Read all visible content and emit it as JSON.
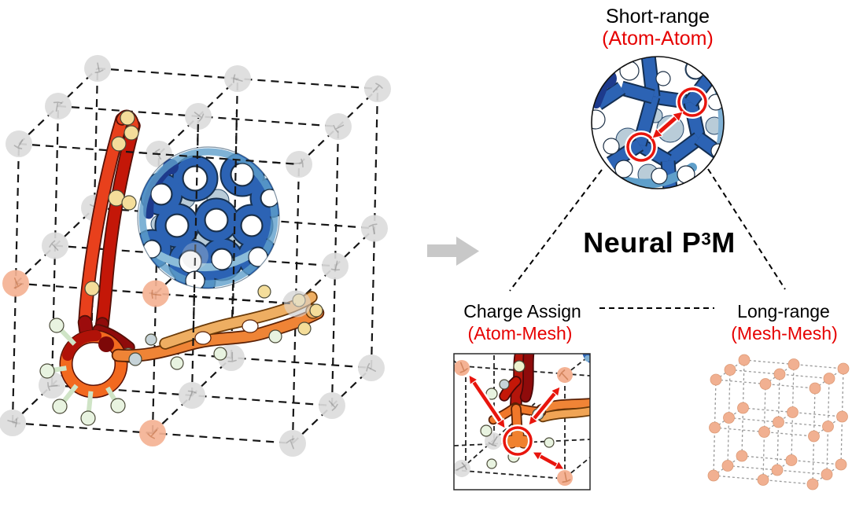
{
  "labels": {
    "short_range": {
      "title": "Short-range",
      "subtitle": "(Atom-Atom)"
    },
    "charge_assign": {
      "title": "Charge Assign",
      "subtitle": "(Atom-Mesh)"
    },
    "long_range": {
      "title": "Long-range",
      "subtitle": "(Mesh-Mesh)"
    },
    "center": {
      "prefix": "Neural P",
      "sup": "3",
      "suffix": "M"
    }
  },
  "colors": {
    "title_text": "#000000",
    "subtitle_text": "#e60000",
    "highlight_red": "#e8150d",
    "grid_line": "#161616",
    "mini_grid_line": "#9a9a9a",
    "mesh_gray": "#dcdcdc",
    "mesh_orange": "#f4b294",
    "mesh_orange_small": "#f1b091",
    "arrow_gray": "#c8c8c8",
    "fullerene_blue": "#2c63b4",
    "fullerene_navy": "#1d3a8c",
    "fullerene_pale": "#b9ccd8",
    "fullerene_light": "#5f9fca",
    "molecule_red": "#e8401c",
    "molecule_crimson": "#c41708",
    "molecule_dark_red": "#9c0c0c",
    "molecule_orange": "#f2691f",
    "molecule_light_orange": "#eeae62",
    "hydrogen_yellow": "#f4dd9a",
    "hydrogen_green": "#e8f3e0",
    "hydrogen_gray": "#c6d3d8"
  },
  "cube": {
    "points_per_edge": 3,
    "orange_nodes": [
      [
        0,
        0,
        1
      ],
      [
        1,
        0,
        1
      ],
      [
        1,
        0,
        0
      ]
    ]
  },
  "mini_grid": {
    "points_per_edge": 3
  },
  "flow_arrow": {
    "direction": "right"
  }
}
